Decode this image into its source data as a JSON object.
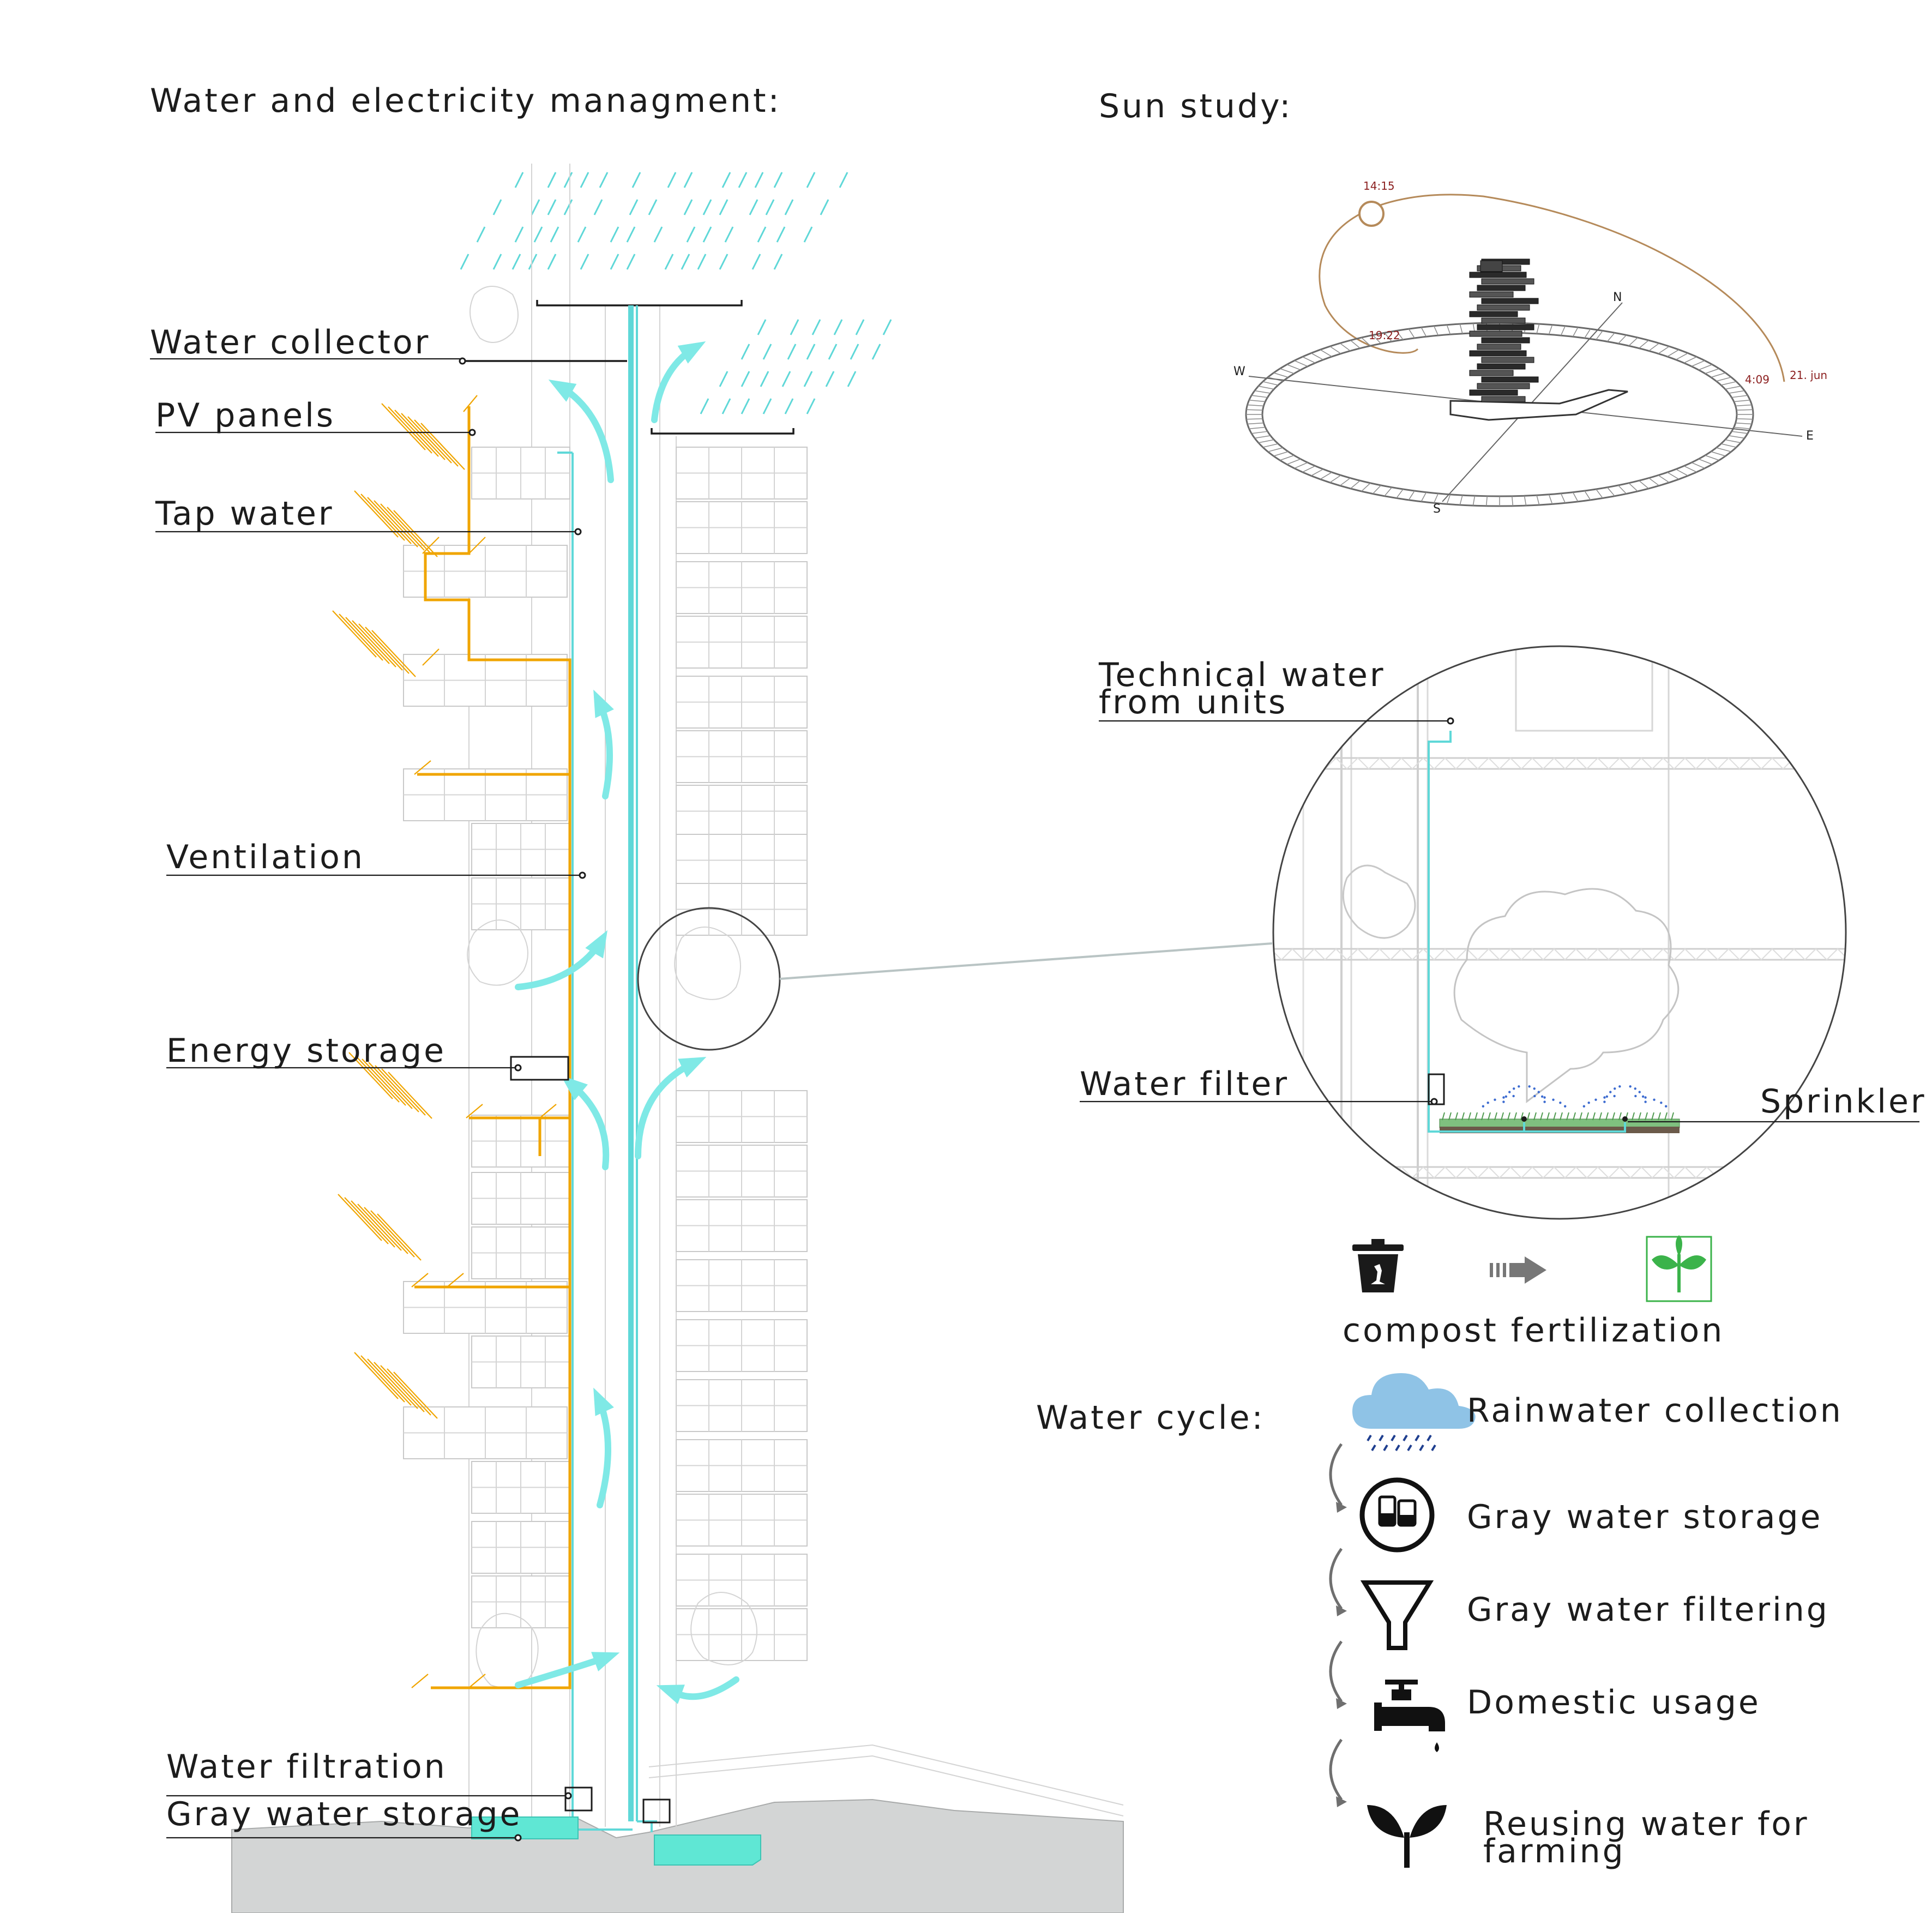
{
  "headings": {
    "water_electricity": "Water and electricity managment:",
    "sun_study": "Sun study:",
    "water_cycle": "Water cycle:"
  },
  "tower_labels": [
    "Water collector",
    "PV panels",
    "Tap water",
    "Ventilation",
    "Energy storage",
    "Water filtration",
    "Gray water storage"
  ],
  "sun_study": {
    "compass": {
      "north": "N",
      "south": "S",
      "east": "E",
      "west": "W"
    },
    "times": [
      "14:15",
      "19:22",
      "4:09"
    ],
    "date": "21. jun"
  },
  "detail_labels": {
    "technical_water_line1": "Technical water",
    "technical_water_line2": "from units",
    "water_filter": "Water filter",
    "sprinkler": "Sprinkler"
  },
  "compost": {
    "label": "compost fertilization"
  },
  "water_cycle_steps": [
    {
      "label": "Rainwater collection",
      "icon": "rain-cloud-icon"
    },
    {
      "label": "Gray water storage",
      "icon": "storage-tank-icon"
    },
    {
      "label": "Gray water filtering",
      "icon": "funnel-icon"
    },
    {
      "label": "Domestic usage",
      "icon": "faucet-icon"
    },
    {
      "label_line1": "Reusing water for",
      "label_line2": "farming",
      "icon": "sprout-icon"
    }
  ],
  "colors": {
    "water": "#5fd8d8",
    "electricity": "#f0a500",
    "sun_path": "#b58a5a",
    "cloud": "#8fc3e6",
    "rain_drops": "#1f3f8f",
    "sprout_green": "#3bb34a"
  }
}
